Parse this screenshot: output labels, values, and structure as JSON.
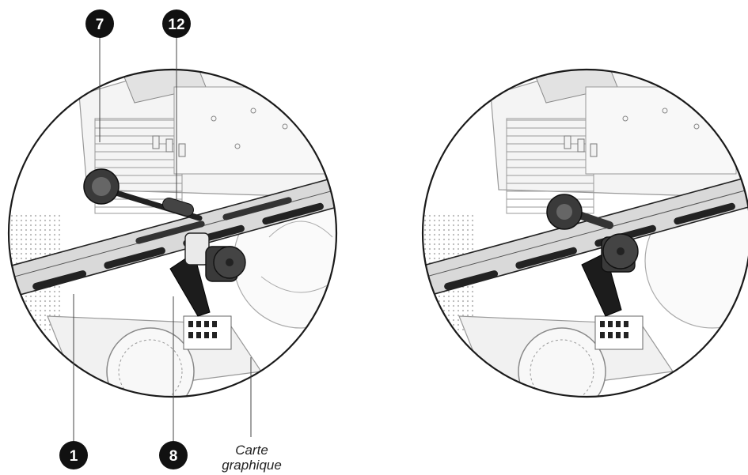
{
  "callouts": [
    {
      "number": "7",
      "part": "thumbscrew"
    },
    {
      "number": "12",
      "part": "pin"
    },
    {
      "number": "1",
      "part": "support-bar"
    },
    {
      "number": "8",
      "part": "bracket"
    }
  ],
  "label": {
    "line1": "Carte",
    "line2": "graphique"
  },
  "colors": {
    "ink": "#1a1a1a",
    "metal": "#d9d9d9",
    "line": "#8a8a8a",
    "dark": "#333333",
    "black": "#111111"
  }
}
